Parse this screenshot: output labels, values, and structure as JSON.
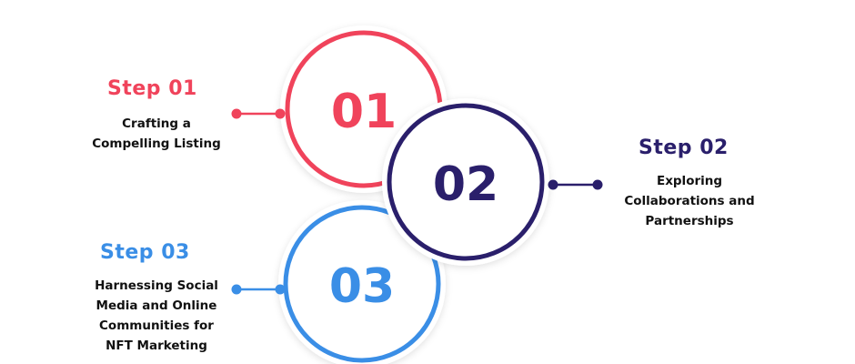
{
  "header": {
    "title": ""
  },
  "colors": {
    "step1": "#f0435b",
    "step2": "#2a1f6b",
    "step3": "#3a8ee6",
    "text": "#111111"
  },
  "steps": [
    {
      "number": "01",
      "label": "Step 01",
      "desc_lines": [
        "Crafting a",
        "Compelling Listing"
      ]
    },
    {
      "number": "02",
      "label": "Step 02",
      "desc_lines": [
        "Exploring",
        "Collaborations and",
        "Partnerships"
      ]
    },
    {
      "number": "03",
      "label": "Step 03",
      "desc_lines": [
        "Harnessing Social",
        "Media and Online",
        "Communities for",
        "NFT Marketing"
      ]
    }
  ]
}
